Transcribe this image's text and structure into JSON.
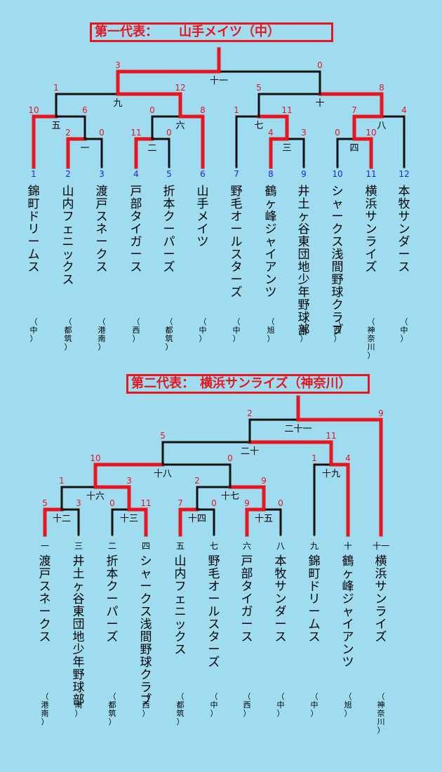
{
  "bracket1": {
    "title_label": "第一代表：",
    "title_team": "山手メイツ（中）",
    "seeds": [
      "1",
      "2",
      "3",
      "4",
      "5",
      "6",
      "7",
      "8",
      "9",
      "10",
      "11",
      "12"
    ],
    "teams": [
      {
        "name": "錦町ドリームス",
        "region": "（中）"
      },
      {
        "name": "山内フェニックス",
        "region": "（都筑）"
      },
      {
        "name": "渡戸スネークス",
        "region": "（港南）"
      },
      {
        "name": "戸部タイガース",
        "region": "（西）"
      },
      {
        "name": "折本クーパーズ",
        "region": "（都筑）"
      },
      {
        "name": "山手メイツ",
        "region": "（中）"
      },
      {
        "name": "野毛オールスターズ",
        "region": "（中）"
      },
      {
        "name": "鶴ヶ峰ジャイアンツ",
        "region": "（旭）"
      },
      {
        "name": "井土ヶ谷東団地少年野球部",
        "region": "（南）"
      },
      {
        "name": "シャークス浅間野球クラブ",
        "region": "（西）"
      },
      {
        "name": "横浜サンライズ",
        "region": "（神奈川）"
      },
      {
        "name": "本牧サンダース",
        "region": "（中）"
      }
    ],
    "games": [
      {
        "id": "一",
        "scores": [
          "2",
          "0"
        ]
      },
      {
        "id": "二",
        "scores": [
          "11",
          "0"
        ]
      },
      {
        "id": "三",
        "scores": [
          "4",
          "3"
        ]
      },
      {
        "id": "四",
        "scores": [
          "0",
          "10"
        ]
      },
      {
        "id": "五",
        "scores": [
          "10",
          "6"
        ]
      },
      {
        "id": "六",
        "scores": [
          "0",
          "8"
        ]
      },
      {
        "id": "七",
        "scores": [
          "1",
          "11"
        ]
      },
      {
        "id": "八",
        "scores": [
          "7",
          "4"
        ]
      },
      {
        "id": "九",
        "scores": [
          "1",
          "12"
        ]
      },
      {
        "id": "十",
        "scores": [
          "5",
          "8"
        ]
      },
      {
        "id": "十一",
        "scores": [
          "3",
          "0"
        ]
      }
    ]
  },
  "bracket2": {
    "title_label": "第二代表：",
    "title_team": "横浜サンライズ（神奈川）",
    "seeds": [
      "一",
      "三",
      "二",
      "四",
      "五",
      "七",
      "六",
      "八",
      "九",
      "十",
      "十一"
    ],
    "teams": [
      {
        "name": "渡戸スネークス",
        "region": "（港南）"
      },
      {
        "name": "井土ヶ谷東団地少年野球部",
        "region": "（南）"
      },
      {
        "name": "折本クーパーズ",
        "region": "（都筑）"
      },
      {
        "name": "シャークス浅間野球クラブ",
        "region": "（西）"
      },
      {
        "name": "山内フェニックス",
        "region": "（都筑）"
      },
      {
        "name": "野毛オールスターズ",
        "region": "（中）"
      },
      {
        "name": "戸部タイガース",
        "region": "（西）"
      },
      {
        "name": "本牧サンダース",
        "region": "（中）"
      },
      {
        "name": "錦町ドリームス",
        "region": "（中）"
      },
      {
        "name": "鶴ヶ峰ジャイアンツ",
        "region": "（旭）"
      },
      {
        "name": "横浜サンライズ",
        "region": "（神奈川）"
      }
    ],
    "games": [
      {
        "id": "十二",
        "scores": [
          "5",
          "3"
        ]
      },
      {
        "id": "十三",
        "scores": [
          "0",
          "11"
        ]
      },
      {
        "id": "十四",
        "scores": [
          "7",
          "0"
        ]
      },
      {
        "id": "十五",
        "scores": [
          "9",
          "0"
        ]
      },
      {
        "id": "十六",
        "scores": [
          "1",
          "3"
        ]
      },
      {
        "id": "十七",
        "scores": [
          "2",
          "9"
        ]
      },
      {
        "id": "十八",
        "scores": [
          "10",
          "0"
        ]
      },
      {
        "id": "十九",
        "scores": [
          "1",
          "4"
        ]
      },
      {
        "id": "二十",
        "scores": [
          "5",
          "11"
        ]
      },
      {
        "id": "二十一",
        "scores": [
          "2",
          "9"
        ]
      }
    ]
  },
  "colors": {
    "background": "#a0dcf0",
    "winner_line": "#e8141e",
    "loser_line": "#111111",
    "score_text": "#e8141e",
    "seed_blue": "#1428e6"
  }
}
